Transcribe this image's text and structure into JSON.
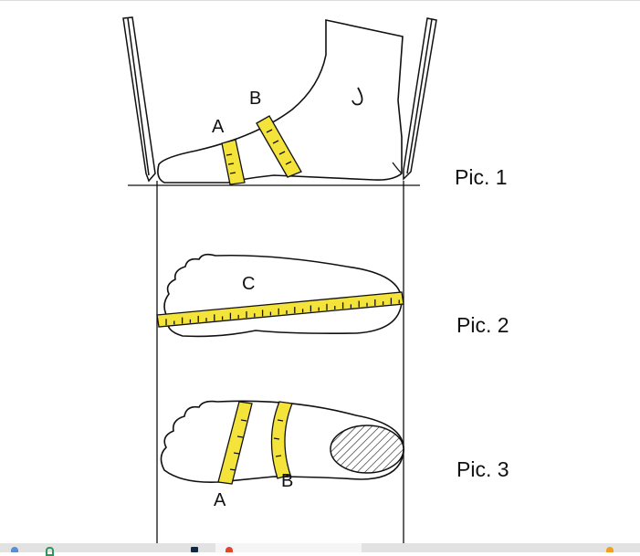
{
  "figures": [
    {
      "caption": "Pic. 1",
      "labels": [
        "A",
        "B",
        "J"
      ]
    },
    {
      "caption": "Pic. 2",
      "labels": [
        "C"
      ]
    },
    {
      "caption": "Pic. 3",
      "labels": [
        "A",
        "B"
      ]
    }
  ],
  "colors": {
    "tape": "#f3e33a",
    "line": "#111111",
    "taskbar": "#e2e2e2"
  }
}
